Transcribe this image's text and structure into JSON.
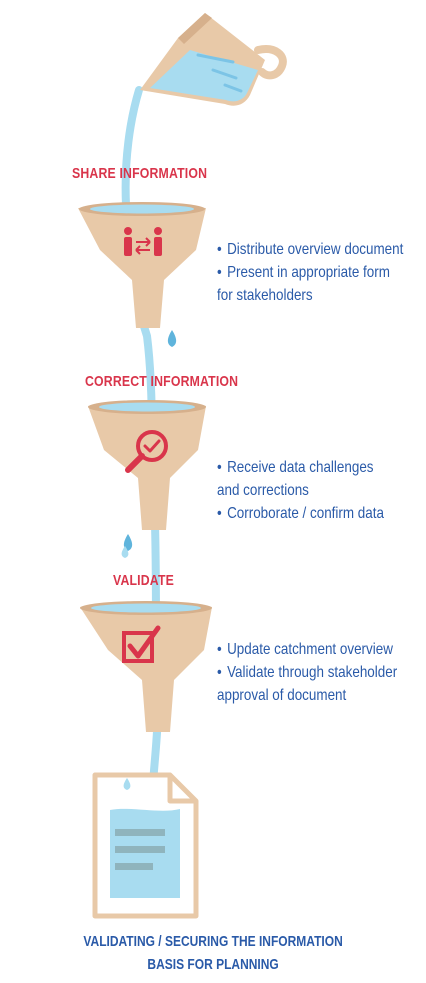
{
  "stages": [
    {
      "title": "SHARE INFORMATION",
      "bullets": [
        [
          "Distribute overview document"
        ],
        [
          "Present in appropriate form",
          "for stakeholders"
        ]
      ],
      "icon": "people-exchange-icon"
    },
    {
      "title": "CORRECT INFORMATION",
      "bullets": [
        [
          "Receive data challenges",
          "and corrections"
        ],
        [
          "Corroborate / confirm data"
        ]
      ],
      "icon": "magnifier-check-icon"
    },
    {
      "title": "VALIDATE",
      "bullets": [
        [
          "Update catchment  overview"
        ],
        [
          "Validate through stakeholder",
          "approval of document"
        ]
      ],
      "icon": "checkbox-check-icon"
    }
  ],
  "footer": {
    "line1": "VALIDATING / SECURING THE INFORMATION",
    "line2": "BASIS FOR PLANNING"
  },
  "colors": {
    "title_red": "#d9354b",
    "text_blue": "#2a5aa8",
    "water": "#a8dcf0",
    "water_dark": "#5fb4dc",
    "funnel": "#e8c9a8",
    "funnel_dark": "#d6b08c",
    "icon_red": "#d9354b"
  },
  "icons": [
    "jug-icon",
    "water-stream",
    "droplet-icon",
    "funnel-icon",
    "document-icon"
  ]
}
